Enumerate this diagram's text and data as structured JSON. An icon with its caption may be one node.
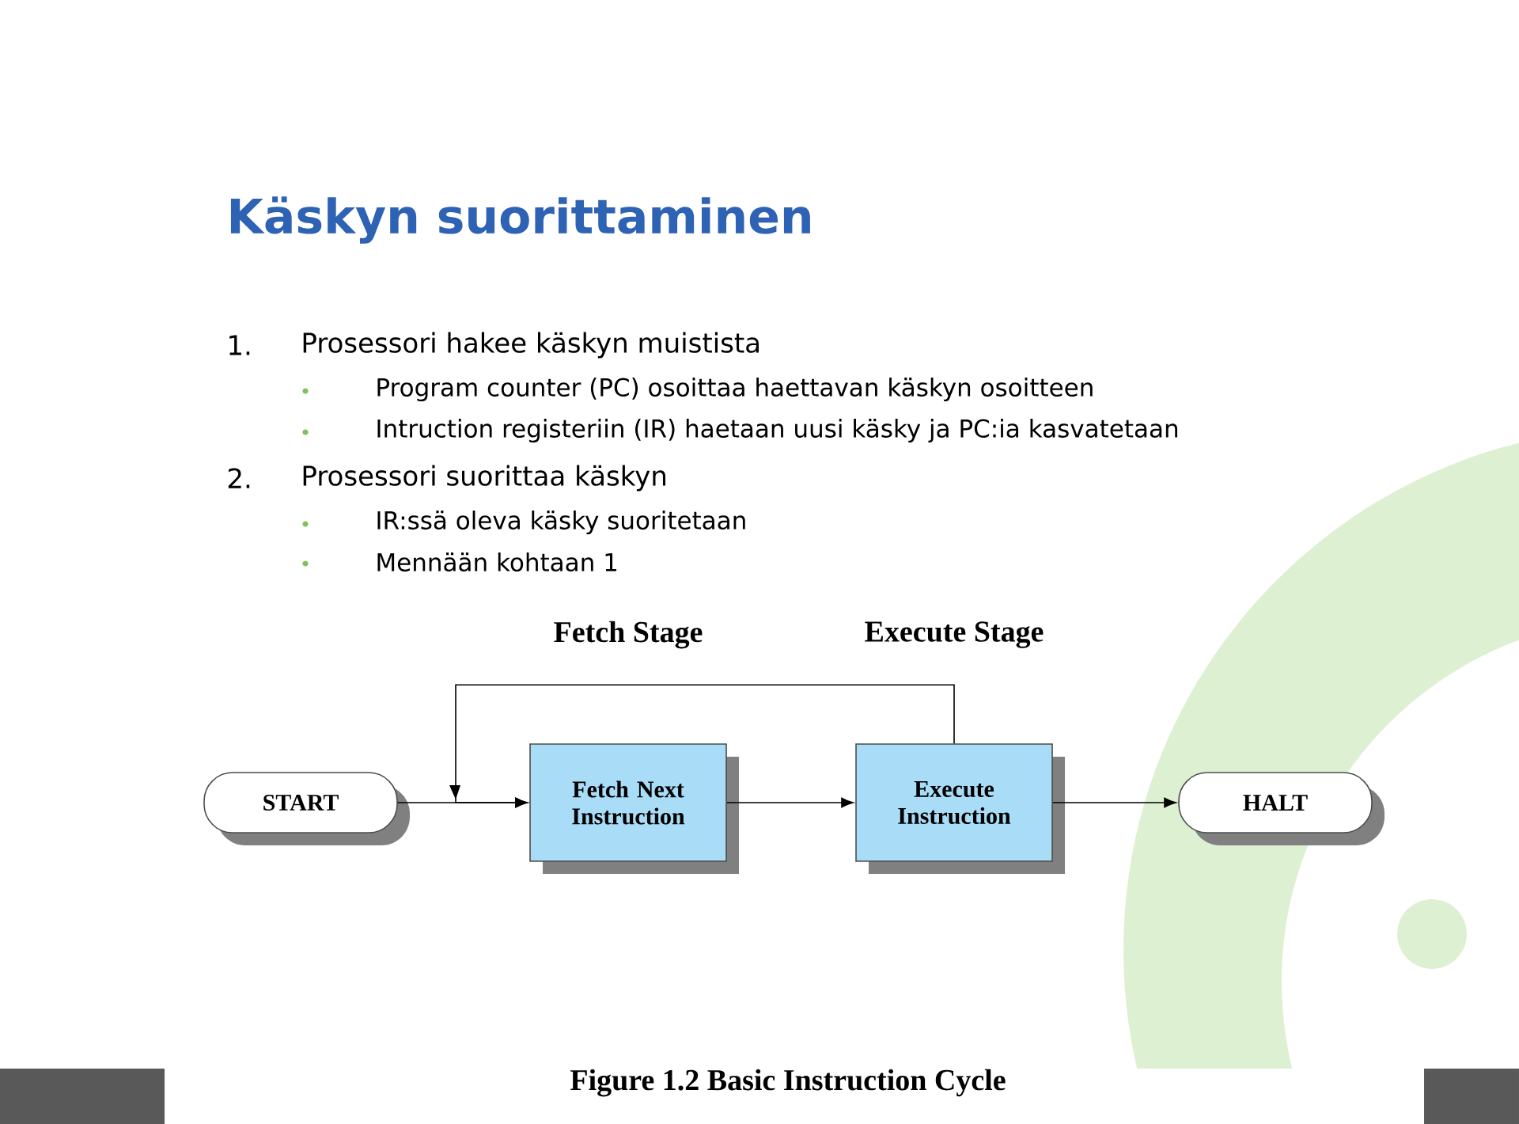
{
  "diagram": {
    "title": "Käskyn suorittaminen",
    "caption": "Figure 1.2 Basic Instruction Cycle",
    "nodes": [
      {
        "text": [
          "START"
        ]
      },
      {
        "text": [
          "Fetch Next Instruction"
        ]
      },
      {
        "text": [
          "Execute Instruction"
        ]
      },
      {
        "text": [
          "HALT"
        ]
      }
    ],
    "edges": [
      {
        "from": 0,
        "to": 1,
        "arrow": "to"
      },
      {
        "from": 1,
        "to": 2,
        "arrow": "to"
      },
      {
        "from": 2,
        "to": 3,
        "arrow": "to"
      },
      {
        "from": 2,
        "to": 1,
        "arrow": "to"
      }
    ],
    "labels": [
      "1.",
      "Prosessori hakee käskyn muistista",
      "Program counter (PC) osoittaa haettavan käskyn osoitteen",
      "Intruction registeriin (IR) haetaan uusi käsky ja PC:ia kasvatetaan",
      "2.",
      "Prosessori suorittaa käskyn",
      "IR:ssä oleva käsky suoritetaan",
      "Mennään kohtaan 1",
      "Fetch Stage",
      "Execute Stage"
    ]
  }
}
